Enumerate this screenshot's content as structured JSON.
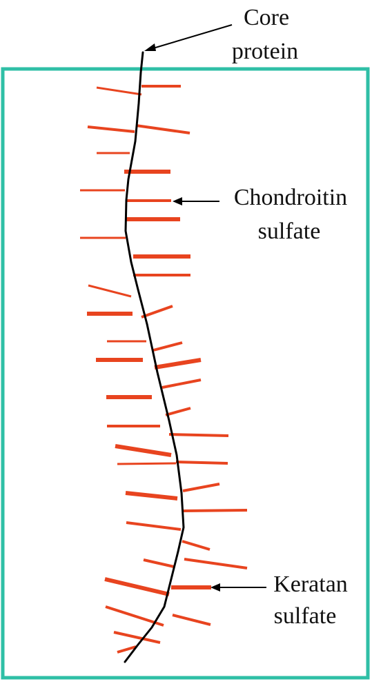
{
  "labels": {
    "core_protein": [
      "Core",
      "protein"
    ],
    "chondroitin_sulfate": [
      "Chondroitin",
      "sulfate"
    ],
    "keratan_sulfate": [
      "Keratan",
      "sulfate"
    ]
  },
  "colors": {
    "frame": "#2fbfa6",
    "chain": "#e8441f",
    "core": "#000000",
    "text": "#111111"
  }
}
